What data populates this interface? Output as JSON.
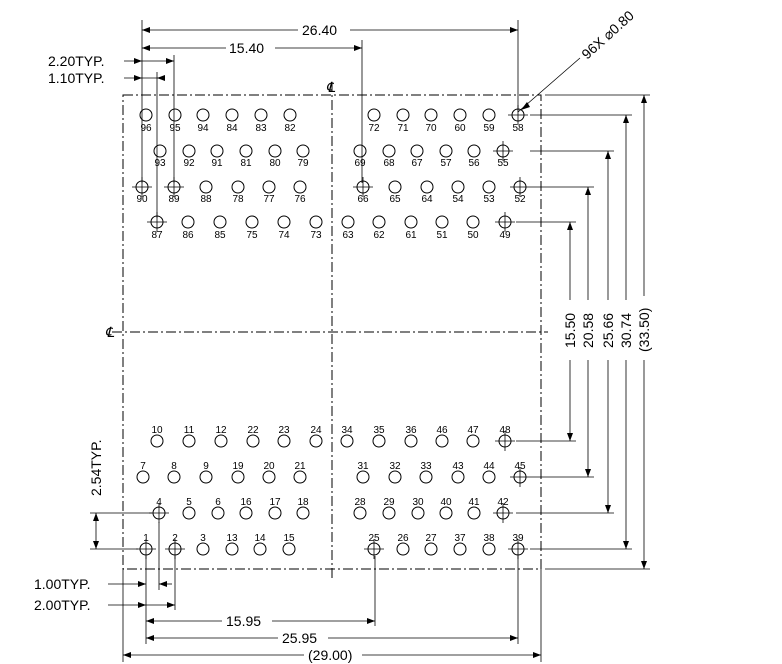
{
  "centerline_symbol": "℄",
  "callouts": {
    "hole_spec": "96X ⌀0.80"
  },
  "dimensions": {
    "top": {
      "overall_span": "26.40",
      "inner_span": "15.40",
      "pitch_2": "2.20TYP.",
      "pitch_1": "1.10TYP."
    },
    "bottom": {
      "pitch_1": "1.00TYP.",
      "pitch_2": "2.00TYP.",
      "inner_span": "15.95",
      "overall_span": "25.95",
      "body_width": "(29.00)"
    },
    "left": {
      "row_pitch": "2.54TYP."
    },
    "right": [
      "15.50",
      "20.58",
      "25.66",
      "30.74",
      "(33.50)"
    ]
  },
  "pins": {
    "upper_rows": [
      [
        "96",
        "95",
        "94",
        "84",
        "83",
        "82",
        "72",
        "71",
        "70",
        "60",
        "59",
        "58"
      ],
      [
        "93",
        "92",
        "91",
        "81",
        "80",
        "79",
        "69",
        "68",
        "67",
        "57",
        "56",
        "55"
      ],
      [
        "90",
        "89",
        "88",
        "78",
        "77",
        "76",
        "66",
        "65",
        "64",
        "54",
        "53",
        "52"
      ],
      [
        "87",
        "86",
        "85",
        "75",
        "74",
        "73",
        "63",
        "62",
        "61",
        "51",
        "50",
        "49"
      ]
    ],
    "lower_rows": [
      [
        "10",
        "11",
        "12",
        "22",
        "23",
        "24",
        "34",
        "35",
        "36",
        "46",
        "47",
        "48"
      ],
      [
        "7",
        "8",
        "9",
        "19",
        "20",
        "21",
        "31",
        "32",
        "33",
        "43",
        "44",
        "45"
      ],
      [
        "4",
        "5",
        "6",
        "16",
        "17",
        "18",
        "28",
        "29",
        "30",
        "40",
        "41",
        "42"
      ],
      [
        "1",
        "2",
        "3",
        "13",
        "14",
        "15",
        "25",
        "26",
        "27",
        "37",
        "38",
        "39"
      ]
    ],
    "reference_pins": [
      "58",
      "55",
      "52",
      "49",
      "90",
      "89",
      "87",
      "66",
      "48",
      "45",
      "42",
      "39",
      "4",
      "1",
      "2",
      "25"
    ]
  }
}
